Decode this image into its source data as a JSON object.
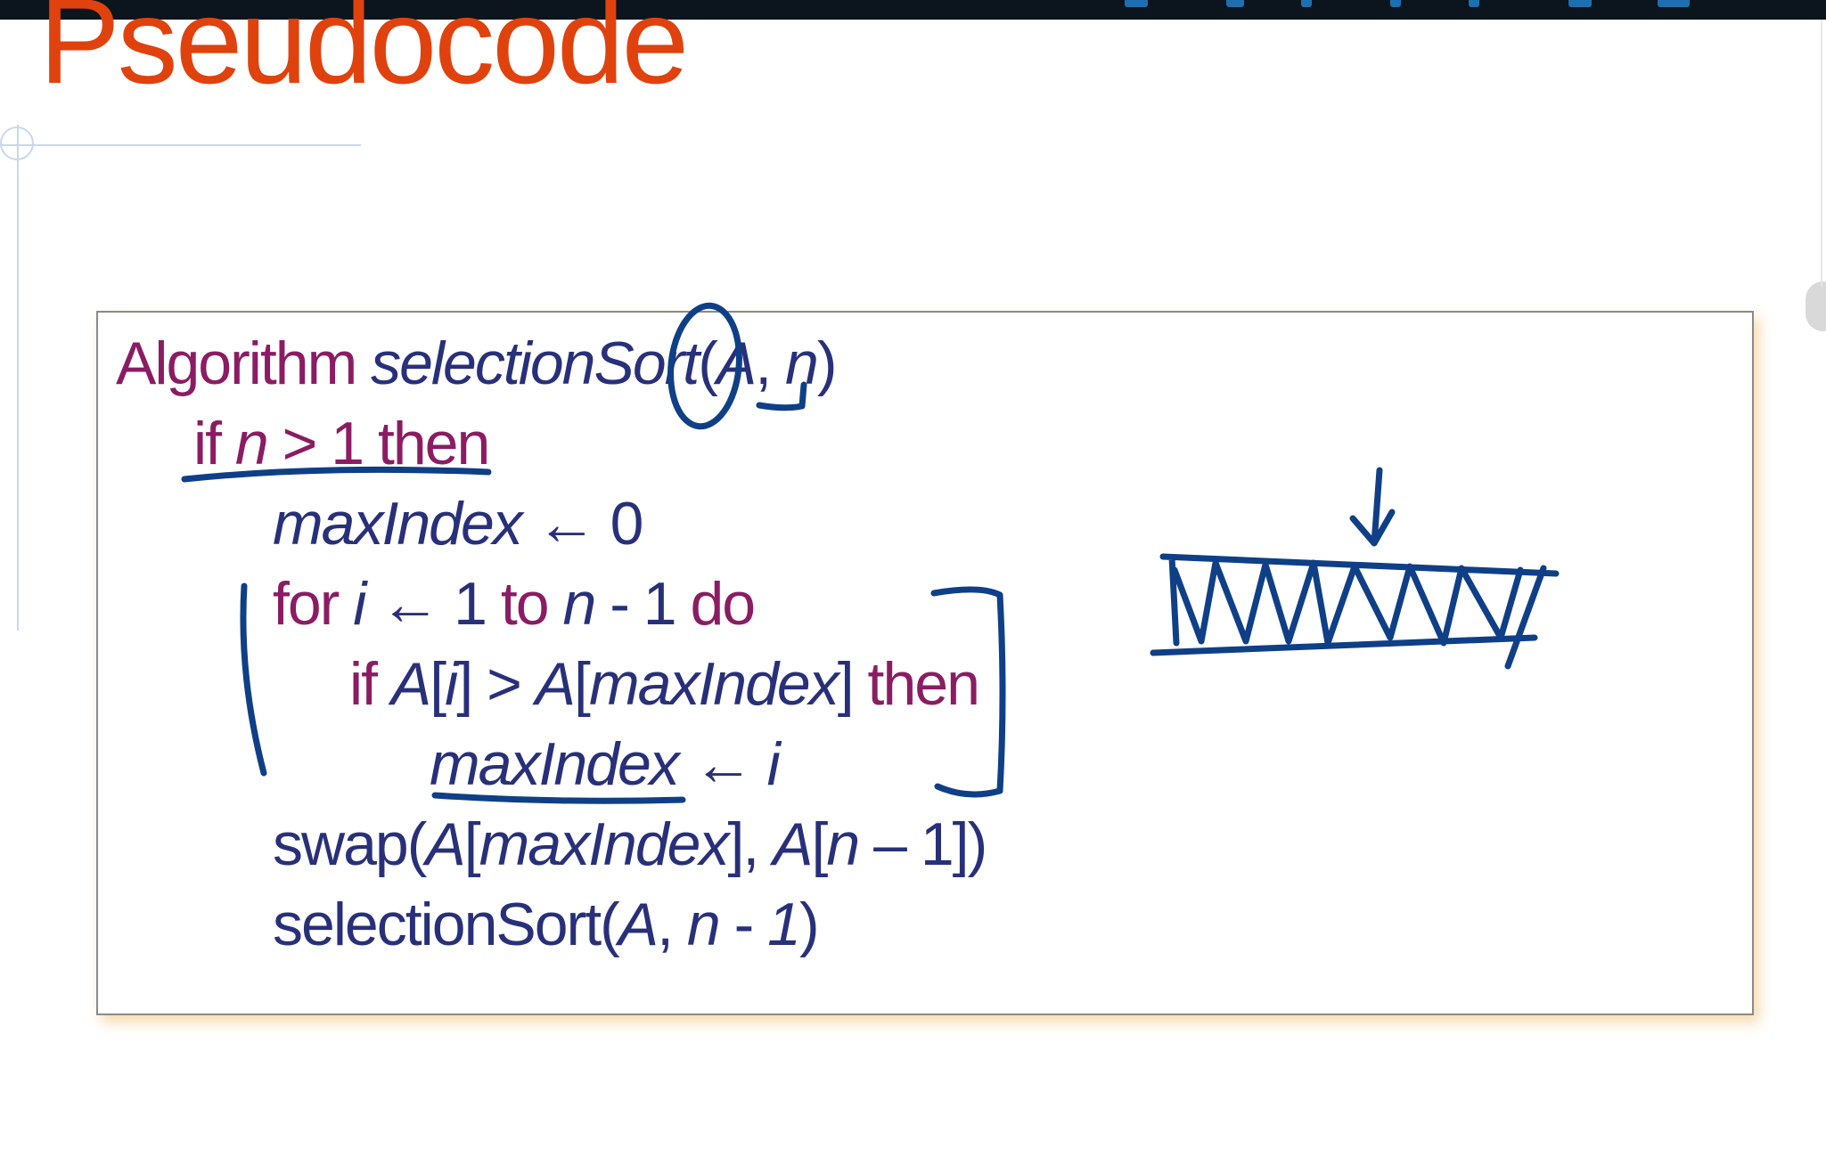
{
  "slide": {
    "title": "Pseudocode"
  },
  "colors": {
    "title": "#e0420e",
    "keyword": "#8b1c63",
    "text": "#28307a",
    "ink": "#0f3f86",
    "topbar": "#0c151d"
  },
  "code": {
    "line1": {
      "kw": "Algorithm ",
      "name": "selectionSort",
      "open": "(",
      "arg1": "A",
      "comma": ", ",
      "arg2": "n",
      "close": ")"
    },
    "line2": {
      "kw_if": "if ",
      "var_n": "n",
      "op": " > 1 ",
      "kw_then": "then"
    },
    "line3": {
      "var": "maxIndex",
      "op": " ← 0"
    },
    "line4": {
      "kw_for": "for ",
      "var_i": "i",
      "arrow": " ← 1 ",
      "kw_to": "to ",
      "var_n": "n",
      "rest": " - 1 ",
      "kw_do": "do"
    },
    "line5": {
      "kw_if": "if ",
      "a1": "A",
      "b1": "[",
      "i1": "i",
      "b2": "] > ",
      "a2": "A",
      "b3": "[",
      "mi": "maxIndex",
      "b4": "] ",
      "kw_then": "then"
    },
    "line6": {
      "var": "maxIndex",
      "arrow": " ← ",
      "var_i": "i"
    },
    "line7": {
      "fn": "swap(",
      "a1": "A",
      "b1": "[",
      "mi": "maxIndex",
      "b2": "], ",
      "a2": "A",
      "b3": "[",
      "n": "n",
      "rest": " – 1])"
    },
    "line8": {
      "fn": "selectionSort(",
      "a": "A",
      "comma": ", ",
      "n": "n",
      "rest": " - ",
      "one": "1",
      "close": ")"
    }
  },
  "annotations": {
    "icons": [
      "circle-annotation-icon",
      "underline-annotation-icon",
      "bracket-annotation-icon",
      "array-sketch-icon",
      "down-arrow-icon"
    ]
  }
}
